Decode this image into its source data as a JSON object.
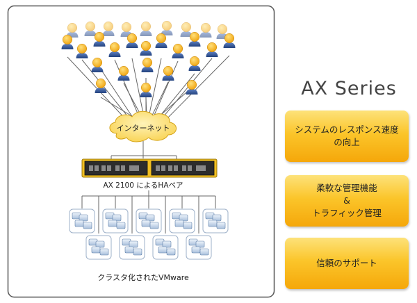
{
  "diagram": {
    "internet_label": "インターネット",
    "ha_pair_label": "AX 2100 によるHAペア",
    "vmware_label": "クラスタ化されたVMware"
  },
  "sidebar": {
    "title": "AX Series",
    "features": [
      {
        "lines": [
          "システムのレスポンス速度",
          "の向上"
        ]
      },
      {
        "lines": [
          "柔軟な管理機能",
          "&",
          "トラフィック管理"
        ]
      },
      {
        "lines": [
          "信頼のサポート"
        ]
      }
    ]
  }
}
